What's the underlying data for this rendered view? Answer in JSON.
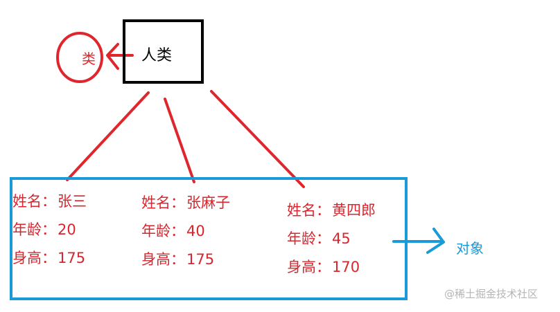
{
  "class_node": {
    "label": "人类",
    "annotation": "类",
    "border_color": "#000000",
    "annotation_color": "#e0262d"
  },
  "objects": [
    {
      "name_key": "姓名：",
      "name": "张三",
      "age_key": "年龄：",
      "age": "20",
      "height_key": "身高：",
      "height": "175"
    },
    {
      "name_key": "姓名：",
      "name": "张麻子",
      "age_key": "年龄：",
      "age": "40",
      "height_key": "身高：",
      "height": "175"
    },
    {
      "name_key": "姓名：",
      "name": "黄四郎",
      "age_key": "年龄：",
      "age": "45",
      "height_key": "身高：",
      "height": "170"
    }
  ],
  "object_group": {
    "annotation": "对象",
    "border_color": "#1a9ad6"
  },
  "watermark": "@稀土掘金技术社区",
  "colors": {
    "red": "#d9262e",
    "blue": "#1a9ad6"
  }
}
